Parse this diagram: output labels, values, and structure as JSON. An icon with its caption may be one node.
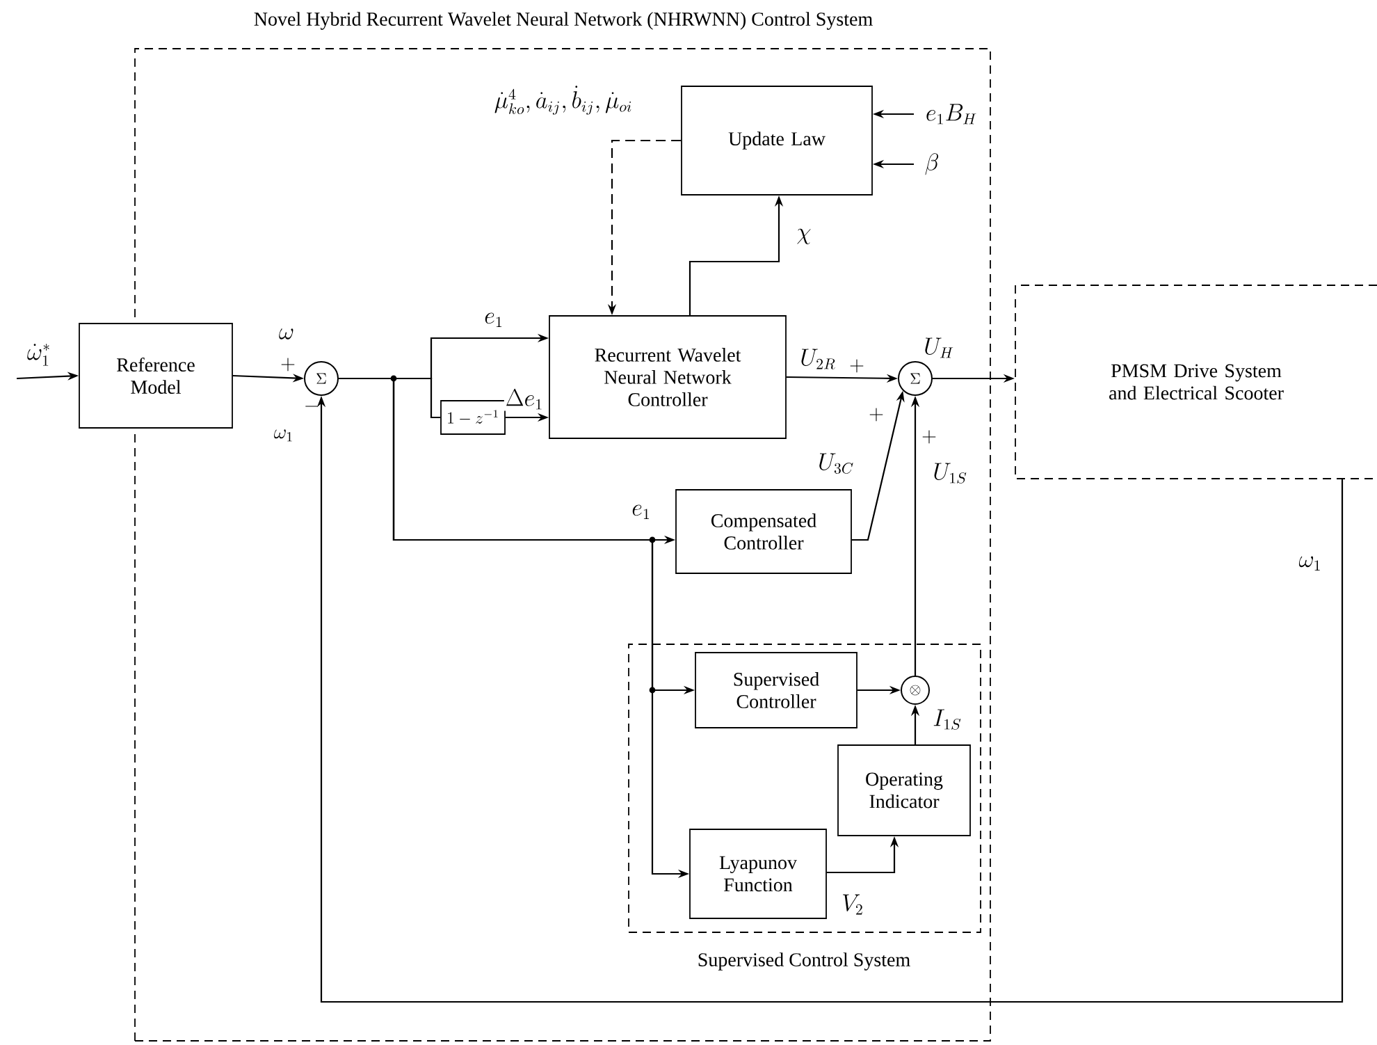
{
  "diagram": {
    "nodes": [
      {
        "text": [
          "Novel Hybrid Recurrent Wavelet Neural Network (NHRWNN) Control System"
        ]
      },
      {
        "text": [
          "Reference Model"
        ]
      },
      {
        "text": [
          "\\Sigma"
        ],
        "in": 0
      },
      {
        "text": [
          "Recurrent Wavelet Neural Network Controller"
        ],
        "in": 0
      },
      {
        "text": [
          "1-z^{-1}"
        ],
        "in": 0
      },
      {
        "text": [
          "Update Law"
        ],
        "in": 0
      },
      {
        "text": [
          "\\Sigma"
        ],
        "in": 0
      },
      {
        "text": [
          "Compensated Controller"
        ],
        "in": 0
      },
      {
        "text": [
          "Supervised Control System"
        ],
        "in": 0
      },
      {
        "text": [
          "Supervised Controller"
        ],
        "in": 8
      },
      {
        "text": [
          "\\otimes"
        ],
        "in": 8
      },
      {
        "text": [
          "Operating Indicator"
        ],
        "in": 8
      },
      {
        "text": [
          "Lyapunov Function"
        ],
        "in": 8
      },
      {
        "text": [
          "PMSM Drive System and Electrical Scooter"
        ]
      }
    ],
    "edges": [
      {
        "from": null,
        "to": 1,
        "arrow": "to",
        "label": "\\dot{\\omega}_1^{*}"
      },
      {
        "from": 1,
        "to": 2,
        "arrow": "to",
        "label": "\\omega"
      },
      {
        "from": 2,
        "to": 3,
        "arrow": "to",
        "label": "e_1"
      },
      {
        "from": 2,
        "to": 4,
        "arrow": "none"
      },
      {
        "from": 4,
        "to": 3,
        "arrow": "to",
        "label": "\\Delta e_1"
      },
      {
        "from": 2,
        "to": 7,
        "arrow": "to",
        "label": "e_1"
      },
      {
        "from": 2,
        "to": 9,
        "arrow": "to"
      },
      {
        "from": 2,
        "to": 12,
        "arrow": "to"
      },
      {
        "from": 3,
        "to": 5,
        "arrow": "to",
        "label": "\\chi"
      },
      {
        "from": 5,
        "to": 3,
        "arrow": "to",
        "style": "dashed",
        "label": "\\dot{\\mu}^{4}_{ko}, \\dot{a}_{ij}, \\dot{b}_{ij}, \\dot{\\mu}_{oi}"
      },
      {
        "from": null,
        "to": 5,
        "arrow": "to",
        "label": "e_1B_H"
      },
      {
        "from": null,
        "to": 5,
        "arrow": "to",
        "label": "\\beta"
      },
      {
        "from": 3,
        "to": 6,
        "arrow": "to",
        "label": "U_{2R}"
      },
      {
        "from": 7,
        "to": 6,
        "arrow": "to",
        "label": "U_{3C}"
      },
      {
        "from": 10,
        "to": 6,
        "arrow": "to",
        "label": "U_{1S}"
      },
      {
        "from": 9,
        "to": 10,
        "arrow": "to"
      },
      {
        "from": 11,
        "to": 10,
        "arrow": "to",
        "label": "I_{1S}"
      },
      {
        "from": 12,
        "to": 11,
        "arrow": "to",
        "label": "V_2"
      },
      {
        "from": 6,
        "to": 13,
        "arrow": "to",
        "label": "U_H"
      },
      {
        "from": 13,
        "to": 2,
        "arrow": "to",
        "label": "\\omega_1"
      }
    ],
    "labels": [
      "+",
      "-",
      "\\omega_1",
      "+",
      "+",
      "+"
    ]
  }
}
